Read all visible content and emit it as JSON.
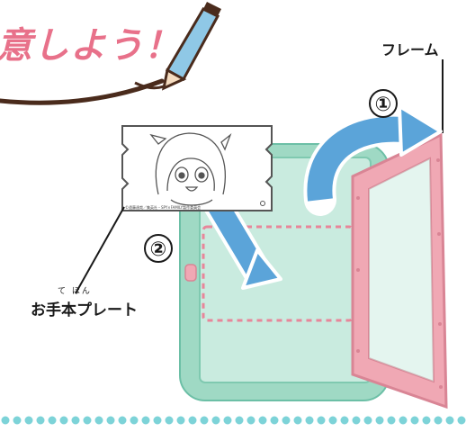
{
  "heading": {
    "text": "意しよう！"
  },
  "labels": {
    "frame": "フレーム",
    "plate": "お手本プレート",
    "plate_ruby": "て ほん"
  },
  "steps": {
    "one": "①",
    "two": "②"
  },
  "plate_copyright": "©遠藤達哉／集英社・SPY×FAMILY製作委員会",
  "colors": {
    "heading": "#e8718a",
    "board_green": "#9fd9c4",
    "board_frame_pink": "#f0a8b4",
    "arrow_blue": "#5ba4d9",
    "dotted_border": "#7dd3d8",
    "dashed_guide": "#e8869a",
    "pencil_blue": "#8fc8e6",
    "pencil_outline": "#4a2b1c"
  }
}
